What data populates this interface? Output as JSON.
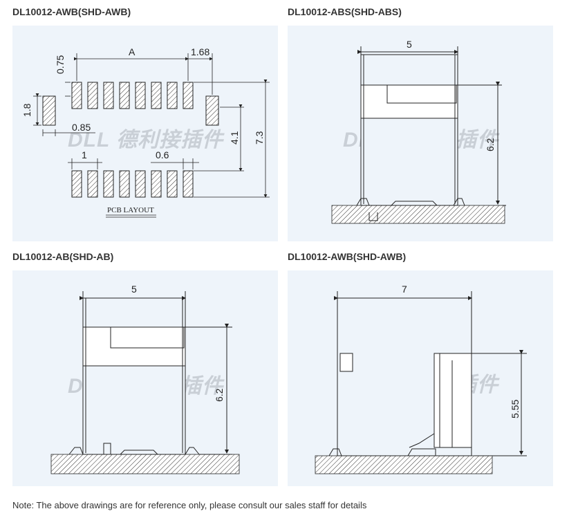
{
  "panels": [
    {
      "title": "DL10012-AWB(SHD-AWB)",
      "watermark": "DLL 德利接插件"
    },
    {
      "title": "DL10012-ABS(SHD-ABS)",
      "watermark": "DLL 德利接插件"
    },
    {
      "title": "DL10012-AB(SHD-AB)",
      "watermark": "DLL 德利接插件"
    },
    {
      "title": "DL10012-AWB(SHD-AWB)",
      "watermark": "DLL 德利接插件"
    }
  ],
  "pcb_layout": {
    "label": "PCB LAYOUT",
    "dims": {
      "d075": "0.75",
      "dA": "A",
      "d168": "1.68",
      "d18": "1.8",
      "d085": "0.85",
      "d41": "4.1",
      "d73": "7.3",
      "d1": "1",
      "d06": "0.6"
    }
  },
  "abs": {
    "width": "5",
    "height": "6.2"
  },
  "ab": {
    "width": "5",
    "height": "6.2"
  },
  "awb_side": {
    "width": "7",
    "height": "5.55"
  },
  "note": "Note: The above drawings are for reference only, please consult our sales staff for details"
}
